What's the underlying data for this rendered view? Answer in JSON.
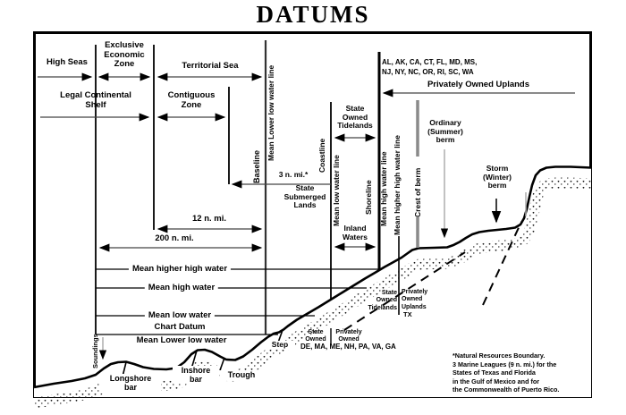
{
  "title": "DATUMS",
  "colors": {
    "ink": "#000000",
    "dim_line": "#444444",
    "gray_line": "#999999"
  },
  "maritime_zones": {
    "high_seas": "High Seas",
    "exclusive_economic_zone": "Exclusive\nEconomic\nZone",
    "territorial_sea": "Territorial Sea",
    "legal_continental_shelf": "Legal Continental\nShelf",
    "contiguous_zone": "Contiguous\nZone",
    "state_submerged_lands": "State\nSubmerged\nLands",
    "inland_waters": "Inland\nWaters",
    "state_owned_tidelands": "State\nOwned\nTidelands"
  },
  "distances": {
    "three_nmi": "3 n. mi.*",
    "twelve_nmi": "12 n. mi.",
    "two_hundred_nmi": "200 n. mi."
  },
  "datum_lines": {
    "baseline": "Baseline",
    "mean_lower_low_water_line": "Mean Lower low water line",
    "coastline": "Coastline",
    "mean_low_water_line": "Mean low water line",
    "shoreline": "Shoreline",
    "mean_high_water_line": "Mean high water line",
    "mean_higher_high_water_line": "Mean higher high water line",
    "crest_of_berm": "Crest of berm",
    "soundings": "Soundings"
  },
  "water_levels": {
    "mean_higher_high_water": "Mean higher high water",
    "mean_high_water": "Mean high water",
    "mean_low_water": "Mean low water",
    "chart_datum": "Chart Datum",
    "mean_lower_low_water": "Mean Lower low water"
  },
  "ownership": {
    "states_coastal_list": "AL, AK, CA, CT, FL, MD, MS,\nNJ, NY, NC, OR, RI, SC, WA",
    "privately_owned_uplands": "Privately Owned Uplands",
    "state_owned_tidelands_slope": "State\nOwned\nTidelands",
    "privately_owned_uplands_slope": "Privately\nOwned\nUplands",
    "texas": "TX",
    "state_owned": "State\nOwned",
    "privately_owned": "Privately\nOwned",
    "states_low_water_list": "DE, MA, ME, NH, PA, VA, GA"
  },
  "berms": {
    "ordinary_summer_berm": "Ordinary\n(Summer)\nberm",
    "storm_winter_berm": "Storm\n(Winter)\nberm"
  },
  "shore_features": {
    "longshore_bar": "Longshore\nbar",
    "inshore_bar": "Inshore\nbar",
    "trough": "Trough",
    "step": "Step"
  },
  "footnote": "*Natural Resources Boundary.\n3 Marine Leagues (9 n. mi.) for the\nStates of Texas and Florida\nin the Gulf of Mexico and for\nthe Commonwealth of Puerto Rico."
}
